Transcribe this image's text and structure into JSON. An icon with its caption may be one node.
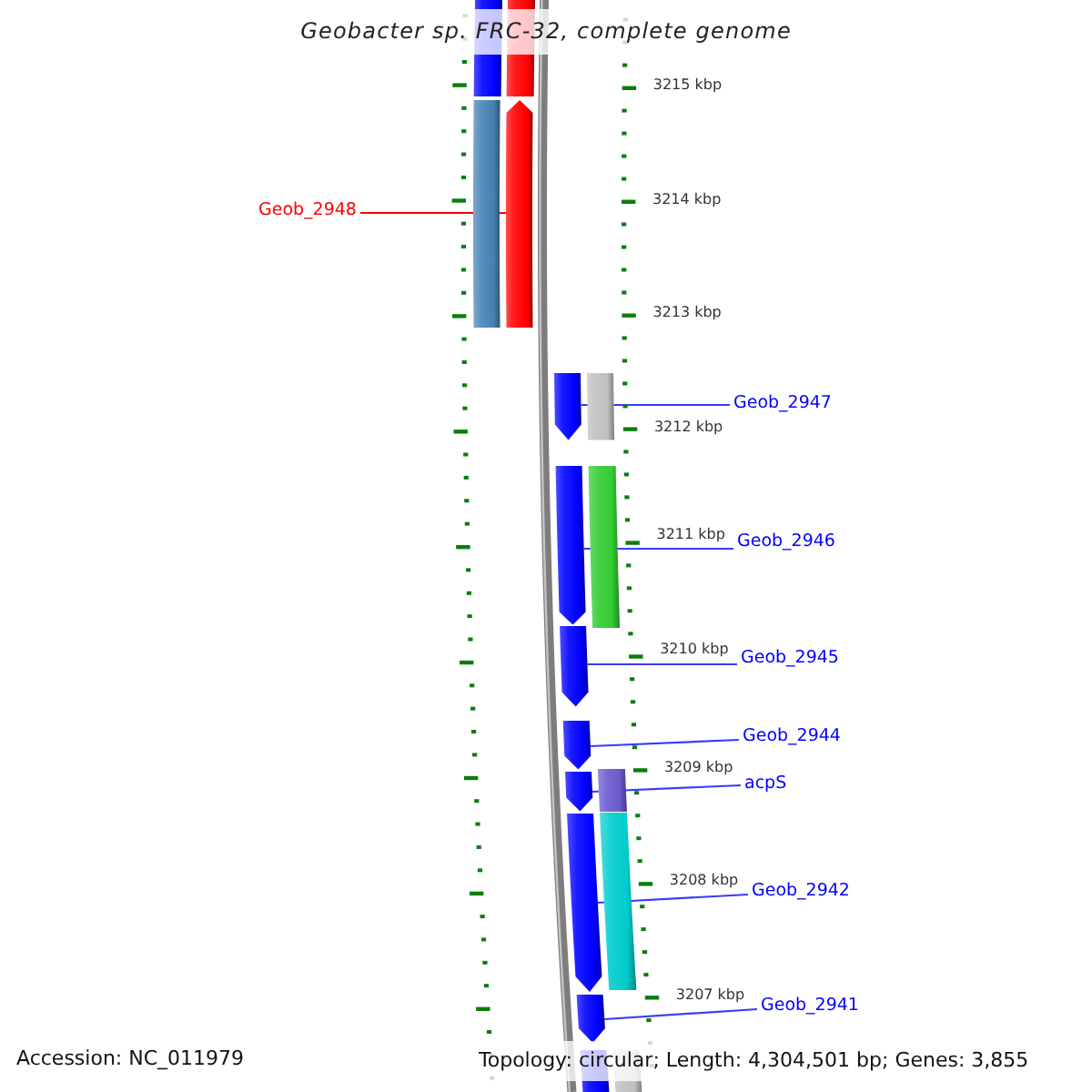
{
  "diagram": {
    "title": "Geobacter sp. FRC-32, complete genome",
    "nodes": [
      {
        "text": [
          "Geob_2948"
        ]
      },
      {
        "text": [
          "Geob_2947"
        ]
      },
      {
        "text": [
          "Geob_2946"
        ]
      },
      {
        "text": [
          "Geob_2945"
        ]
      },
      {
        "text": [
          "Geob_2944"
        ]
      },
      {
        "text": [
          "acpS"
        ]
      },
      {
        "text": [
          "Geob_2942"
        ]
      },
      {
        "text": [
          "Geob_2941"
        ]
      },
      {
        "text": [],
        "shape": "bar"
      },
      {
        "text": [],
        "shape": "bar"
      },
      {
        "text": [],
        "shape": "bar"
      },
      {
        "text": [],
        "shape": "pentagon"
      },
      {
        "text": [],
        "shape": "pentagon"
      },
      {
        "text": [],
        "shape": "bar"
      },
      {
        "text": [],
        "shape": "pentagon"
      },
      {
        "text": [],
        "shape": "bar"
      },
      {
        "text": [],
        "shape": "pentagon"
      },
      {
        "text": [],
        "shape": "pentagon"
      },
      {
        "text": [],
        "shape": "bar"
      },
      {
        "text": [],
        "shape": "pentagon"
      },
      {
        "text": [],
        "shape": "bar"
      },
      {
        "text": [],
        "shape": "pentagon"
      },
      {
        "text": [],
        "shape": "pentagon"
      },
      {
        "text": [],
        "shape": "bar"
      },
      {
        "text": [],
        "shape": "bar"
      }
    ],
    "edges": [
      {
        "from": 0,
        "to": 11,
        "arrow": "none",
        "color": "#ff0000"
      },
      {
        "from": 1,
        "to": 12,
        "arrow": "none"
      },
      {
        "from": 2,
        "to": 14,
        "arrow": "none"
      },
      {
        "from": 3,
        "to": 16,
        "arrow": "none"
      },
      {
        "from": 4,
        "to": 17,
        "arrow": "none"
      },
      {
        "from": 5,
        "to": 19,
        "arrow": "none"
      },
      {
        "from": 6,
        "to": 21,
        "arrow": "none"
      },
      {
        "from": 7,
        "to": 22,
        "arrow": "none"
      }
    ],
    "labels": [
      "3215 kbp",
      "3214 kbp",
      "3213 kbp",
      "3212 kbp",
      "3211 kbp",
      "3210 kbp",
      "3209 kbp",
      "3208 kbp",
      "3207 kbp",
      "Accession: NC_011979",
      "Topology: circular; Length: 4,304,501 bp; Genes: 3,855"
    ]
  }
}
